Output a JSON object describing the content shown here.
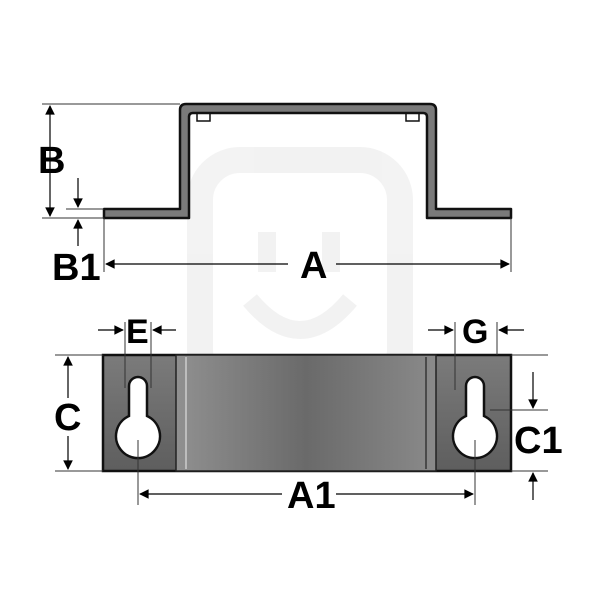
{
  "diagram": {
    "labels": {
      "B": "B",
      "B1": "B1",
      "A": "A",
      "C": "C",
      "E": "E",
      "G": "G",
      "C1": "C1",
      "A1": "A1"
    },
    "colors": {
      "bracket_fill": "#6d6d6d",
      "bracket_light": "#8a8a8a",
      "bracket_edge": "#2a2a2a",
      "hole_fill": "#ffffff",
      "watermark": "#e9e9e9"
    }
  }
}
